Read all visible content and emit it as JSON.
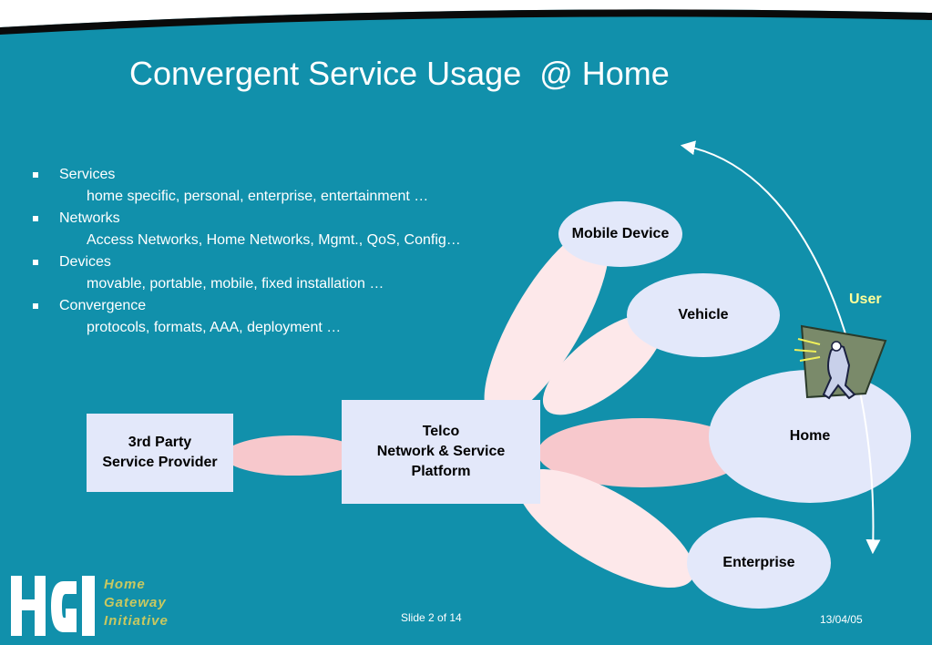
{
  "title": "Convergent Service Usage  @ Home",
  "bullets": [
    {
      "label": "Services",
      "detail": "home specific, personal, enterprise, entertainment …"
    },
    {
      "label": "Networks",
      "detail": "Access Networks, Home Networks, Mgmt., QoS, Config…"
    },
    {
      "label": "Devices",
      "detail": "movable, portable, mobile, fixed installation …"
    },
    {
      "label": "Convergence",
      "detail": "protocols, formats, AAA, deployment …"
    }
  ],
  "nodes": {
    "third_party": {
      "line1": "3rd Party",
      "line2": "Service Provider"
    },
    "telco": {
      "line1": "Telco",
      "line2": "Network & Service",
      "line3": "Platform"
    },
    "mobile_device": "Mobile Device",
    "vehicle": "Vehicle",
    "home": "Home",
    "enterprise": "Enterprise",
    "user": "User"
  },
  "footer": {
    "slide_number": "Slide 2 of 14",
    "date": "13/04/05"
  },
  "logo": {
    "letters": "HGI",
    "words": [
      "Home",
      "Gateway",
      "Initiative"
    ]
  },
  "colors": {
    "background": "#1190ab",
    "header_band": "#0a0a0a",
    "node_fill": "#e3e8fa",
    "link_light": "#fde8ea",
    "link_strong": "#f7c8cc",
    "user_label": "#ffff99"
  },
  "icons": {
    "user": "person-in-door-icon",
    "bullet": "square-bullet-icon",
    "arrow": "curved-double-arrow-icon"
  }
}
